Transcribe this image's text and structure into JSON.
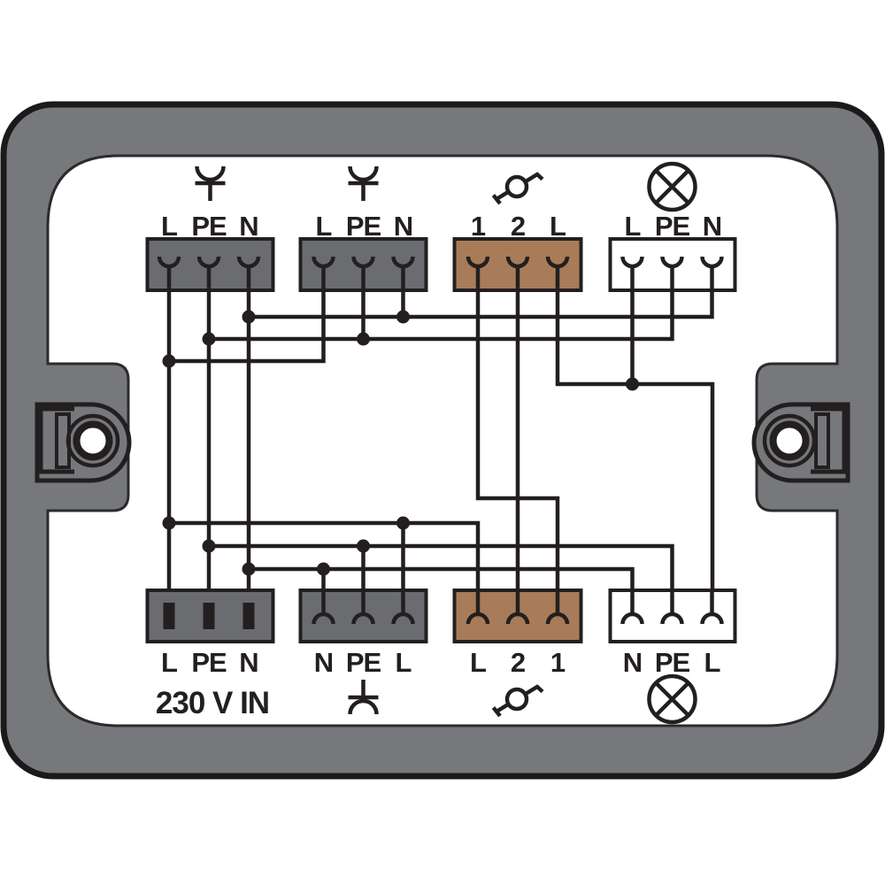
{
  "diagram": {
    "type": "power-distribution-box-wiring",
    "caption_supply": "230 V IN",
    "colors": {
      "frame": "#77787b",
      "block_gray": "#6b6c70",
      "block_brown": "#a87c58",
      "block_white": "#ffffff",
      "line": "#231f20",
      "background": "#ffffff"
    },
    "blocks": {
      "top": [
        {
          "name": "feed-socket-left",
          "fill": "gray",
          "icon": "socket-outlet-icon",
          "terminals": [
            "L",
            "PE",
            "N"
          ]
        },
        {
          "name": "feed-socket-right",
          "fill": "gray",
          "icon": "socket-outlet-icon",
          "terminals": [
            "L",
            "PE",
            "N"
          ]
        },
        {
          "name": "switch-top",
          "fill": "brown",
          "icon": "switch-icon",
          "terminals": [
            "1",
            "2",
            "L"
          ]
        },
        {
          "name": "lamp-top",
          "fill": "white",
          "icon": "lamp-icon",
          "terminals": [
            "L",
            "PE",
            "N"
          ]
        }
      ],
      "bottom": [
        {
          "name": "supply-input",
          "fill": "gray",
          "icon": "none",
          "terminals": [
            "L",
            "PE",
            "N"
          ],
          "caption": "230 V IN"
        },
        {
          "name": "feed-through",
          "fill": "gray",
          "icon": "socket-outlet-icon",
          "terminals": [
            "N",
            "PE",
            "L"
          ]
        },
        {
          "name": "switch-bottom",
          "fill": "brown",
          "icon": "switch-icon",
          "terminals": [
            "L",
            "2",
            "1"
          ]
        },
        {
          "name": "lamp-bottom",
          "fill": "white",
          "icon": "lamp-icon",
          "terminals": [
            "N",
            "PE",
            "L"
          ]
        }
      ]
    }
  }
}
